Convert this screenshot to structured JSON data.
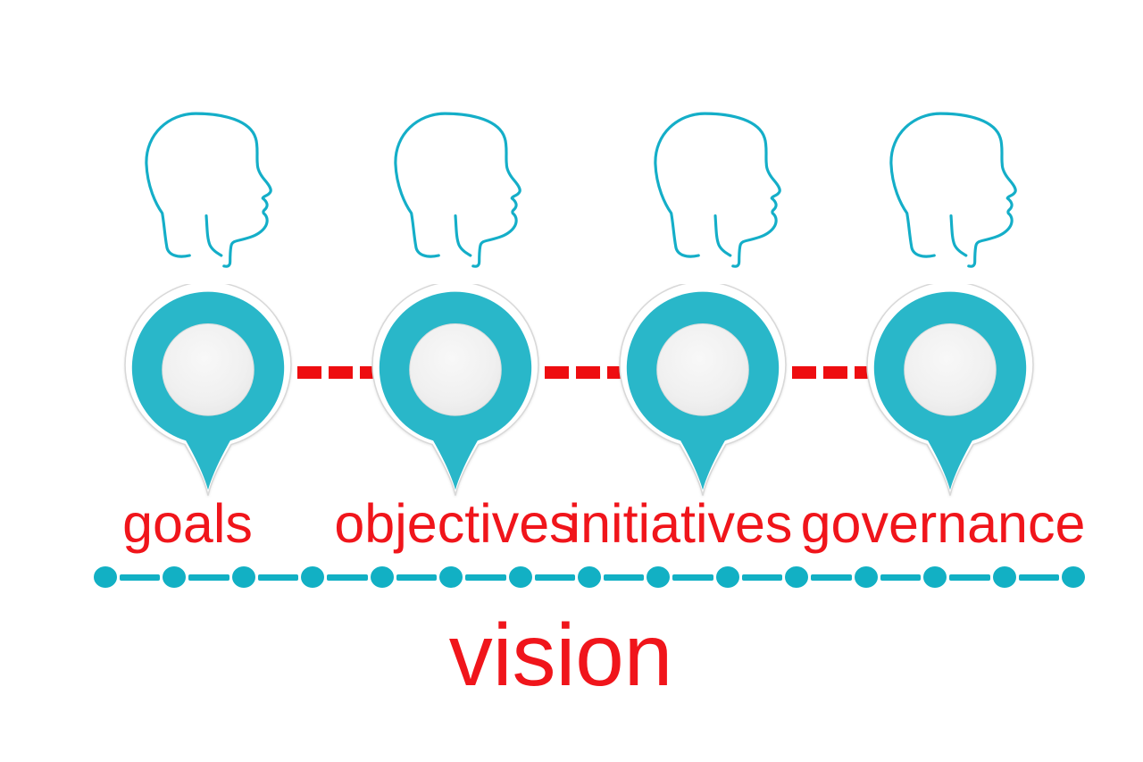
{
  "diagram": {
    "title": "vision",
    "steps": [
      {
        "label": "goals"
      },
      {
        "label": "objectives"
      },
      {
        "label": "initiatives"
      },
      {
        "label": "governance"
      }
    ],
    "timeline": {
      "dot_count": 15
    },
    "colors": {
      "teal_stroke": "#14aec8",
      "teal_fill": "#29b7c9",
      "teal_dot": "#12b0c4",
      "red_dash": "#ee0d10",
      "red_text": "#f0151b",
      "ring_edge": "#d8d8d8",
      "inner_circle": "#eeeeee",
      "background": "#ffffff"
    }
  }
}
